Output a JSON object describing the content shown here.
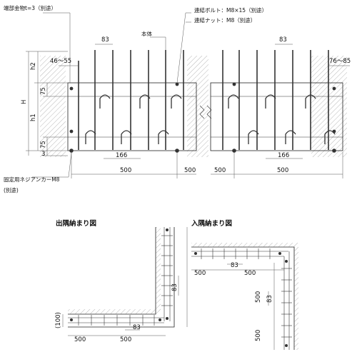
{
  "main_view": {
    "callouts": {
      "end_plate": "端部金物t=3（別途）",
      "body": "本体",
      "connecting_bolt": "連結ボルト：M8×15（別途）",
      "connecting_nut": "連結ナット：M8（別途）",
      "anchor": "固定用ネジアンカーM8",
      "anchor_sub": "(別途)"
    },
    "dims": {
      "h2": "h2",
      "h1": "h1",
      "H": "H",
      "v75_top": "75",
      "v75_bottom": "75",
      "v3": "3",
      "left_end": "46～55",
      "right_end": "76～85",
      "pitch_left": "83",
      "pitch_right": "83",
      "hook_left": "166",
      "hook_right": "166",
      "span_1": "500",
      "span_2": "500",
      "span_3": "500",
      "span_4": "500"
    }
  },
  "outer_corner": {
    "title": "出隅納まり図",
    "dims": {
      "bottom_1": "500",
      "bottom_2": "500",
      "pitch": "83",
      "vertical_pitch": "83",
      "offset": "(100)"
    }
  },
  "inner_corner": {
    "title": "入隅納まり図",
    "dims": {
      "top_1": "500",
      "top_2": "500",
      "pitch": "83",
      "vertical_pitch": "83",
      "right_1": "500",
      "right_2": "500"
    }
  }
}
